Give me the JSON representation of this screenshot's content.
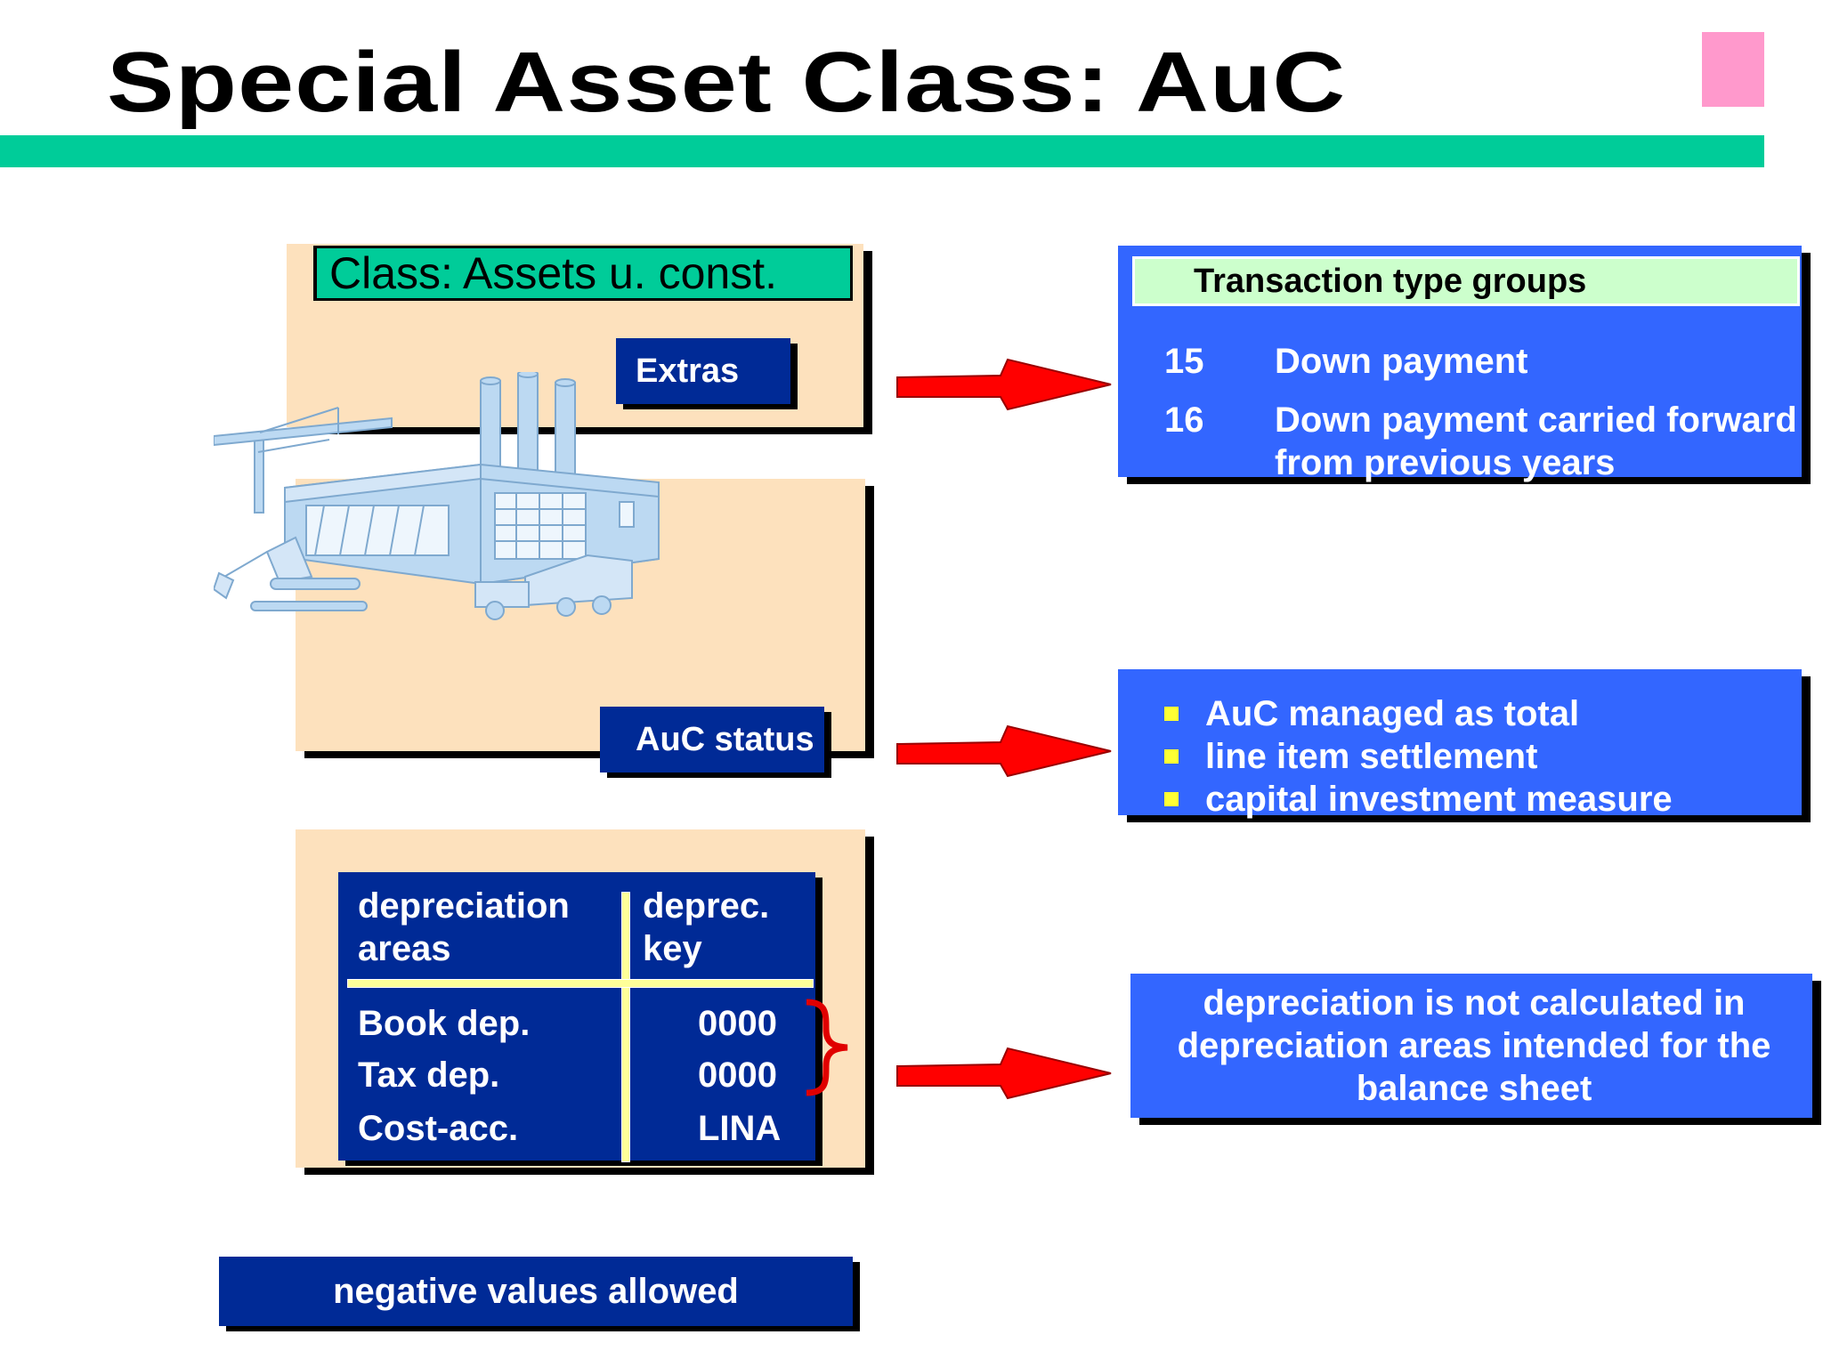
{
  "title": "Special Asset Class: AuC",
  "class_box": {
    "label": "Class: Assets u. const.",
    "extras_button": "Extras",
    "auc_status_button": "AuC status"
  },
  "transaction_box": {
    "header": "Transaction type groups",
    "rows": [
      {
        "code": "15",
        "text": "Down payment",
        "text2": ""
      },
      {
        "code": "16",
        "text": "Down payment carried forward",
        "text2": "from previous years"
      }
    ]
  },
  "status_box": {
    "bullets": [
      "AuC managed as total",
      "line item settlement",
      "capital investment measure"
    ]
  },
  "depreciation_table": {
    "headers": [
      "depreciation",
      "areas",
      "deprec.",
      "key"
    ],
    "rows": [
      {
        "area": "Book dep.",
        "key": "0000"
      },
      {
        "area": "Tax dep.",
        "key": "0000"
      },
      {
        "area": "Cost-acc.",
        "key": "LINA"
      }
    ]
  },
  "note_box": {
    "line1": "depreciation is not calculated in",
    "line2": "depreciation areas intended for the",
    "line3": "balance sheet"
  },
  "negative_values_label": "negative values allowed",
  "colors": {
    "green_bar": "#00cc99",
    "pink_square": "#ff99cc",
    "navy": "#002a96",
    "blue": "#3366ff",
    "beige": "#fde1bd",
    "header_green": "#ccffcc",
    "arrow_red": "#ff0000",
    "bullet_yellow": "#ffff33"
  }
}
